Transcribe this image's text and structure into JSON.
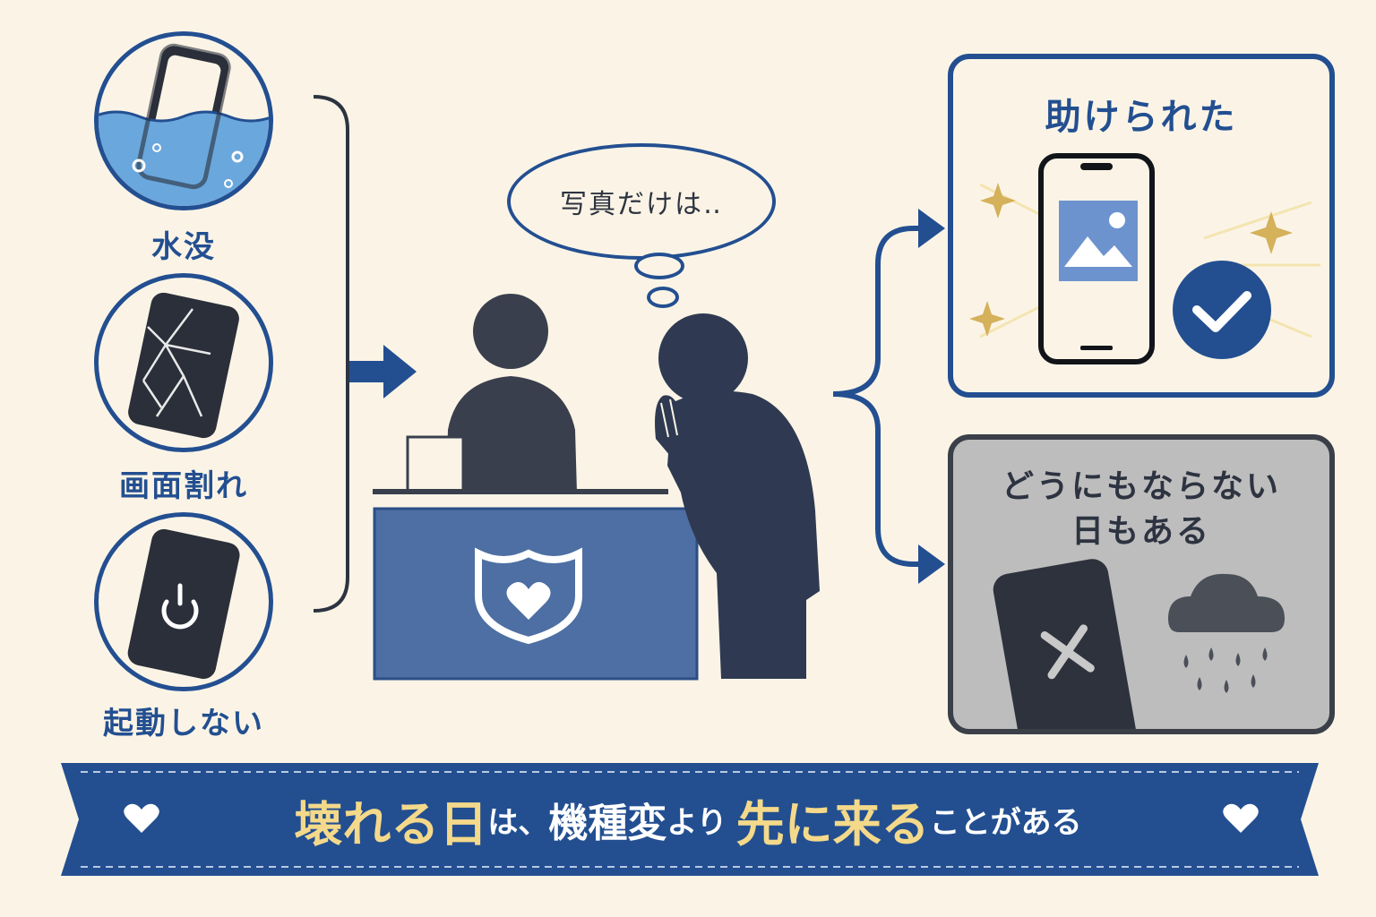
{
  "causes": [
    {
      "label": "水没",
      "icon": "water-phone-icon"
    },
    {
      "label": "画面割れ",
      "icon": "cracked-phone-icon"
    },
    {
      "label": "起動しない",
      "icon": "power-off-phone-icon"
    }
  ],
  "thought": "写真だけは‥",
  "outcomes": {
    "good": {
      "title": "助けられた",
      "icon": "photo-check-icon"
    },
    "bad": {
      "title_line1": "どうにもならない",
      "title_line2": "日もある",
      "icon": "broken-phone-rain-icon"
    }
  },
  "banner": {
    "part1": "壊れる日",
    "part2": "は、",
    "part3": "機種変",
    "part4": "より",
    "part5": "先に来る",
    "part6": "ことがある"
  },
  "colors": {
    "navy": "#234f91",
    "background": "#fbf4e6",
    "silhouette": "#3a3f4d",
    "gray_card": "#bdbdbd",
    "gold": "#f4d98a"
  }
}
